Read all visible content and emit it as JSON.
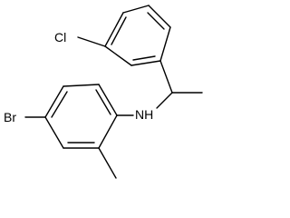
{
  "molecule": {
    "atoms": {
      "chlorine": "Cl",
      "bromine": "Br",
      "amine": "NH"
    }
  },
  "colors": {
    "background": "#ffffff",
    "bond": "#000000",
    "label": "#000000"
  }
}
